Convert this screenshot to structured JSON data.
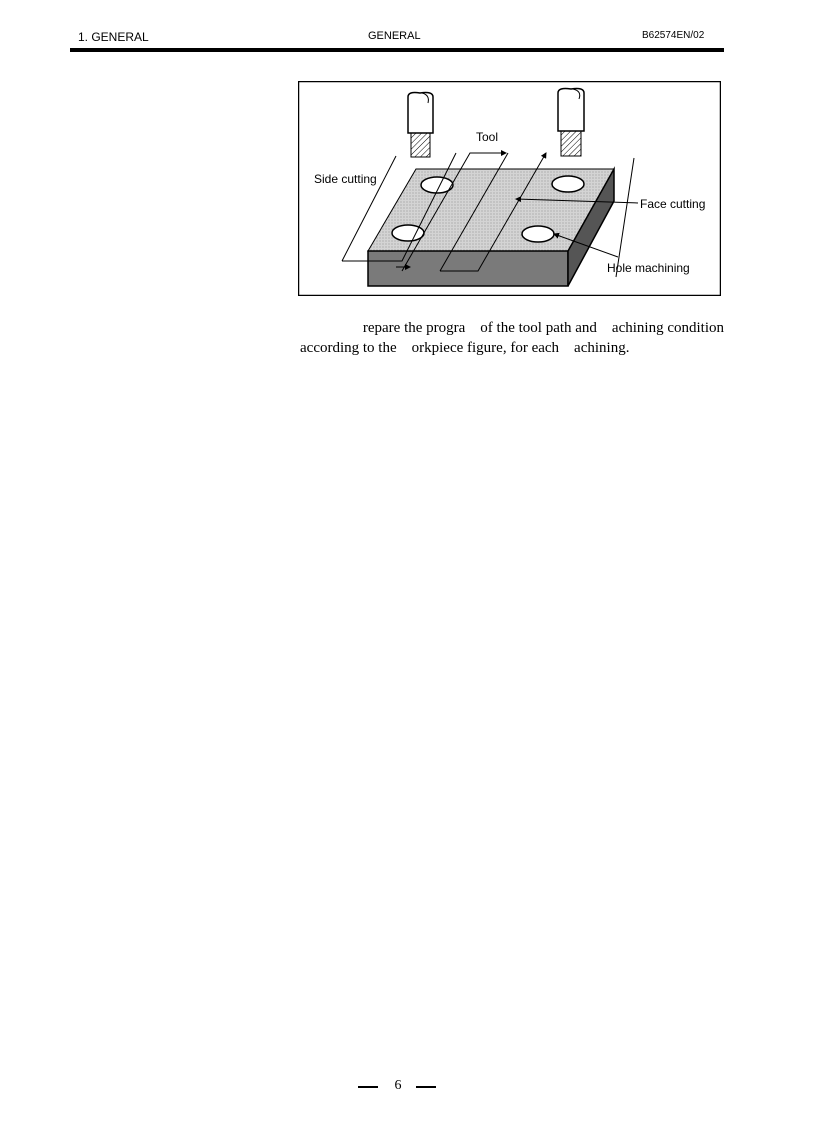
{
  "header": {
    "section": "1. GENERAL",
    "title": "GENERAL",
    "doc_code": "B62574EN/02"
  },
  "figure": {
    "labels": {
      "tool": "Tool",
      "side_cutting": "Side cutting",
      "face_cutting": "Face cutting",
      "hole_machining": "Hole machining"
    },
    "colors": {
      "plate_top": "#d4d4d4",
      "plate_front": "#7a7a7a",
      "plate_side": "#555555",
      "tool_holder": "#ffffff"
    }
  },
  "body": {
    "line1": "repare the progra    of the tool path and    achining condition",
    "line2": "according to the    orkpiece figure, for each    achining."
  },
  "footer": {
    "page_number": "6"
  }
}
